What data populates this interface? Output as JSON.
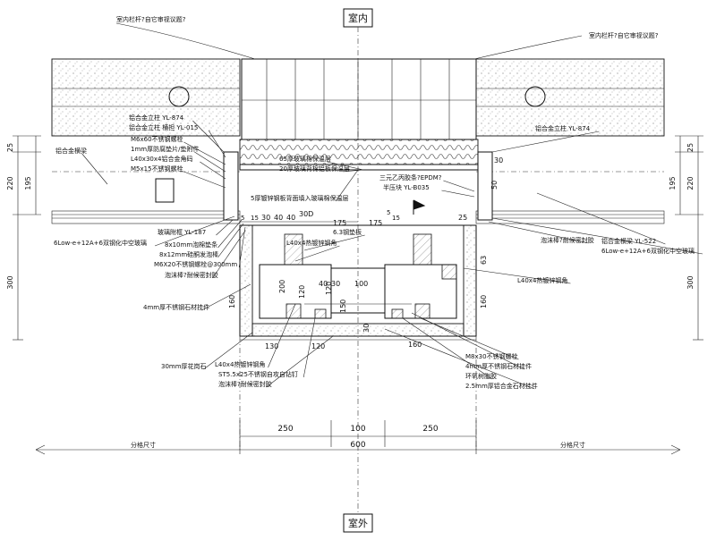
{
  "title_top": "室内",
  "title_bottom": "室外",
  "dimensions": {
    "left_vertical": [
      "25",
      "220",
      "195",
      "300"
    ],
    "right_vertical": [
      "25",
      "220",
      "195",
      "300"
    ],
    "center_vertical": [
      "25",
      "63",
      "160",
      "160",
      "120",
      "200",
      "120",
      "150",
      "30",
      "30",
      "50"
    ],
    "top_horizontal": [
      "5",
      "15",
      "30",
      "40",
      "40",
      "30D",
      "175",
      "175",
      "5",
      "15"
    ],
    "mid_horizontal": [
      "40",
      "30",
      "100",
      "130",
      "120",
      "160"
    ],
    "bottom_horizontal": [
      "250",
      "100",
      "250"
    ],
    "total_width": "600",
    "left_span_label": "分格尺寸",
    "right_span_label": "分格尺寸"
  },
  "labels_left": [
    "室内栏杆?自它审视议题?",
    "铝合金立柱 YL-874",
    "铝合金立柱 横担 YL-015",
    "M6x60不锈钢螺栓",
    "1mm厚防腐垫片/垫附件",
    "L40x30x4铝合金角码",
    "M5x15不锈钢螺栓",
    "铝合金横梁",
    "玻璃附框 YL-187",
    "6Low-e+12A+6双钢化中空玻璃",
    "8x10mm泡棉垫条",
    "8x12mm硅酮发泡棒",
    "M6X20不锈钢螺栓@300mm",
    "泡沫棒?耐候密封胶",
    "4mm厚不锈钢石材挂件",
    "30mm厚花岗石",
    "L40x4热镀锌钢角",
    "ST5.5x25不锈钢自攻自钻钉",
    "泡沫棒?耐候密封胶"
  ],
  "labels_center": [
    "65厚玻璃棉保温层",
    "20厚玻璃背棉铝板保温层",
    "5厚镀锌钢板背面填入玻璃棉保温层",
    "6.3钢垫板",
    "L40x4热镀锌钢角"
  ],
  "labels_right": [
    "室内栏杆?自它审视议题?",
    "铝合金立柱 YL-874",
    "三元乙丙胶条?EPDM?",
    "半压块 YL-B035",
    "泡沫棒?耐候密封胶",
    "铝合金横梁 YL-522",
    "6Low-e+12A+6双钢化中空玻璃",
    "L40x4热镀锌钢角",
    "M8x30不锈钢螺栓",
    "4mm厚不锈钢石材挂件",
    "环氧树脂胶",
    "2.5mm厚铝合金石材挂件"
  ],
  "colors": {
    "line": "#111111",
    "background": "#ffffff"
  }
}
